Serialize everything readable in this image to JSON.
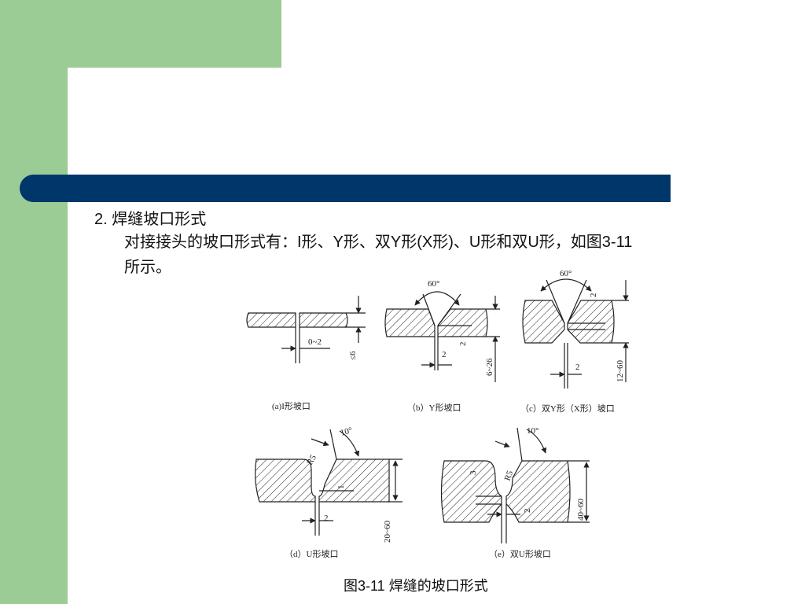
{
  "slide": {
    "heading": "2. 焊缝坡口形式",
    "paragraph_line1": "对接接头的坡口形式有：I形、Y形、双Y形(X形)、U形和双U形，如图3-11",
    "paragraph_line2": "所示。",
    "caption": "图3-11  焊缝的坡口形式"
  },
  "figure": {
    "a": {
      "caption": "(a)I形坡口",
      "gap": "0~2",
      "thickness": "≤6"
    },
    "b": {
      "caption": "（b）Y形坡口",
      "angle": "60°",
      "root_face": "2",
      "gap": "2",
      "thickness": "6~26"
    },
    "c": {
      "caption": "（c）双Y形（X形）坡口",
      "angle": "60°",
      "root_face": "2",
      "gap": "2",
      "thickness": "12~60"
    },
    "d": {
      "caption": "（d）U形坡口",
      "angle": "10°",
      "radius": "R5",
      "root_face": "1",
      "gap": "2",
      "thickness": "20~60"
    },
    "e": {
      "caption": "（e）双U形坡口",
      "angle": "10°",
      "radius": "R5",
      "root_face": "3",
      "gap": "2",
      "thickness": "40~60"
    }
  }
}
